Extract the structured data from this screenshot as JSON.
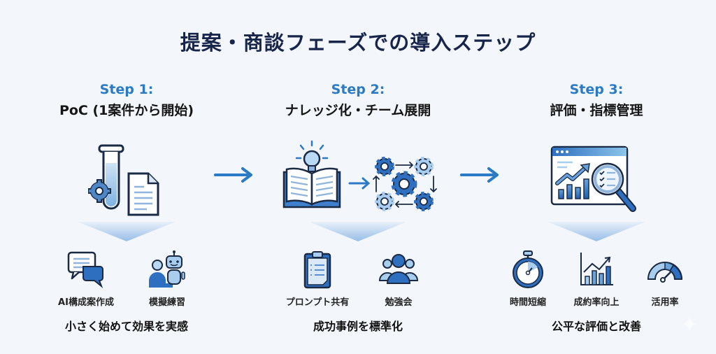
{
  "title": "提案・商談フェーズでの導入ステップ",
  "colors": {
    "title": "#18254a",
    "accent": "#2a7ac6",
    "icon_dark": "#1f5fae",
    "icon_light": "#a9cdee",
    "outline": "#1b2a44",
    "background": "#f3f7fb"
  },
  "steps": [
    {
      "number": "Step 1:",
      "title": "PoC (1案件から開始)",
      "main_icon": "test-tube-gear-document-icon",
      "items": [
        {
          "label": "AI構成案作成",
          "icon": "chat-bubbles-icon"
        },
        {
          "label": "模擬練習",
          "icon": "person-robot-icon"
        }
      ],
      "summary": "小さく始めて効果を実感"
    },
    {
      "number": "Step 2:",
      "title": "ナレッジ化・チーム展開",
      "main_icon": "book-lightbulb-gears-icon",
      "items": [
        {
          "label": "プロンプト共有",
          "icon": "clipboard-icon"
        },
        {
          "label": "勉強会",
          "icon": "team-icon"
        }
      ],
      "summary": "成功事例を標準化"
    },
    {
      "number": "Step 3:",
      "title": "評価・指標管理",
      "main_icon": "dashboard-magnifier-icon",
      "items": [
        {
          "label": "時間短縮",
          "icon": "stopwatch-icon"
        },
        {
          "label": "成約率向上",
          "icon": "bar-chart-growth-icon"
        },
        {
          "label": "活用率",
          "icon": "gauge-icon"
        }
      ],
      "summary": "公平な評価と改善"
    }
  ],
  "connectors": [
    "arrow-right-icon",
    "arrow-right-icon"
  ]
}
